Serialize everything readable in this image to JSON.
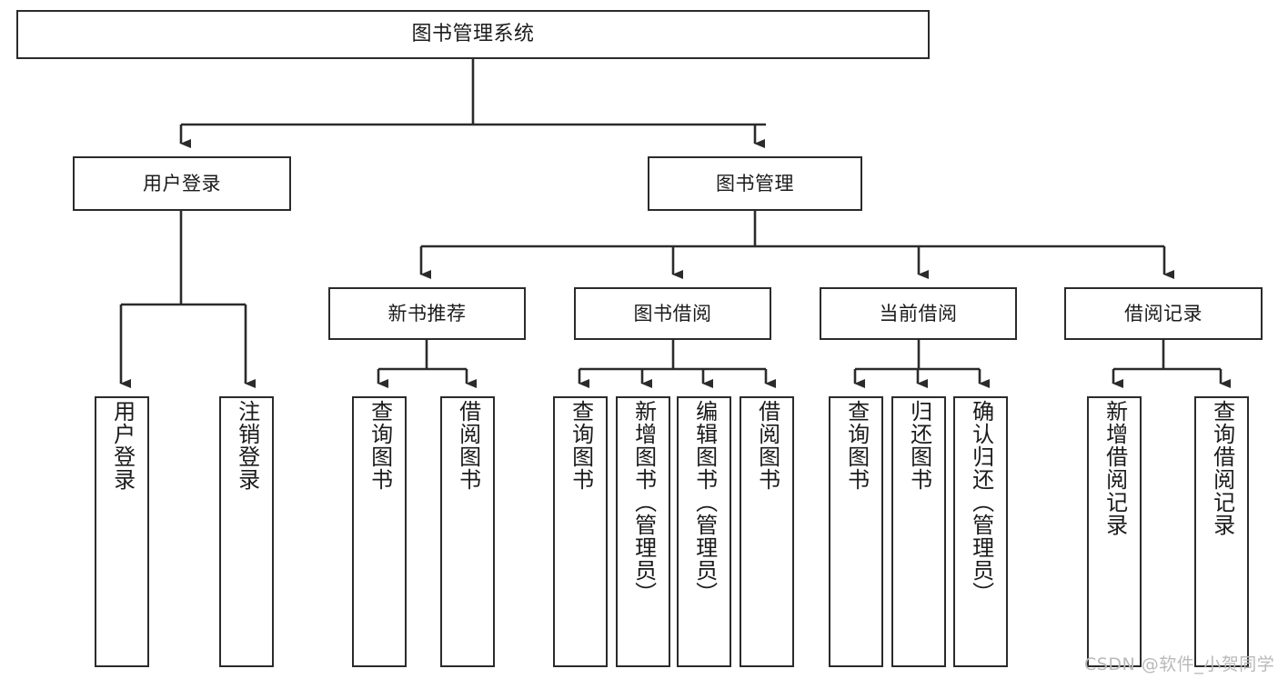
{
  "diagram": {
    "title": "图书管理系统",
    "type": "tree-hierarchy-chart",
    "line_color": "#2b2b2b",
    "box_fill": "#ffffff",
    "text_color": "#1b1b1b"
  },
  "nodes": {
    "root": {
      "label": "图书管理系统"
    },
    "level2": [
      {
        "label": "用户登录"
      },
      {
        "label": "图书管理"
      }
    ],
    "level3": [
      {
        "label": "新书推荐"
      },
      {
        "label": "图书借阅"
      },
      {
        "label": "当前借阅"
      },
      {
        "label": "借阅记录"
      }
    ],
    "leaves": {
      "user_login": [
        {
          "label": "用户登录"
        },
        {
          "label": "注销登录"
        }
      ],
      "new_book_recommend": [
        {
          "label": "查询图书"
        },
        {
          "label": "借阅图书"
        }
      ],
      "book_borrow": [
        {
          "label": "查询图书"
        },
        {
          "label": "新增图书（管理员）"
        },
        {
          "label": "编辑图书（管理员）"
        },
        {
          "label": "借阅图书"
        }
      ],
      "current_borrow": [
        {
          "label": "查询图书"
        },
        {
          "label": "归还图书"
        },
        {
          "label": "确认归还（管理员）"
        }
      ],
      "borrow_record": [
        {
          "label": "新增借阅记录"
        },
        {
          "label": "查询借阅记录"
        }
      ]
    }
  },
  "watermark": {
    "text": "CSDN @软件_小贺同学"
  }
}
